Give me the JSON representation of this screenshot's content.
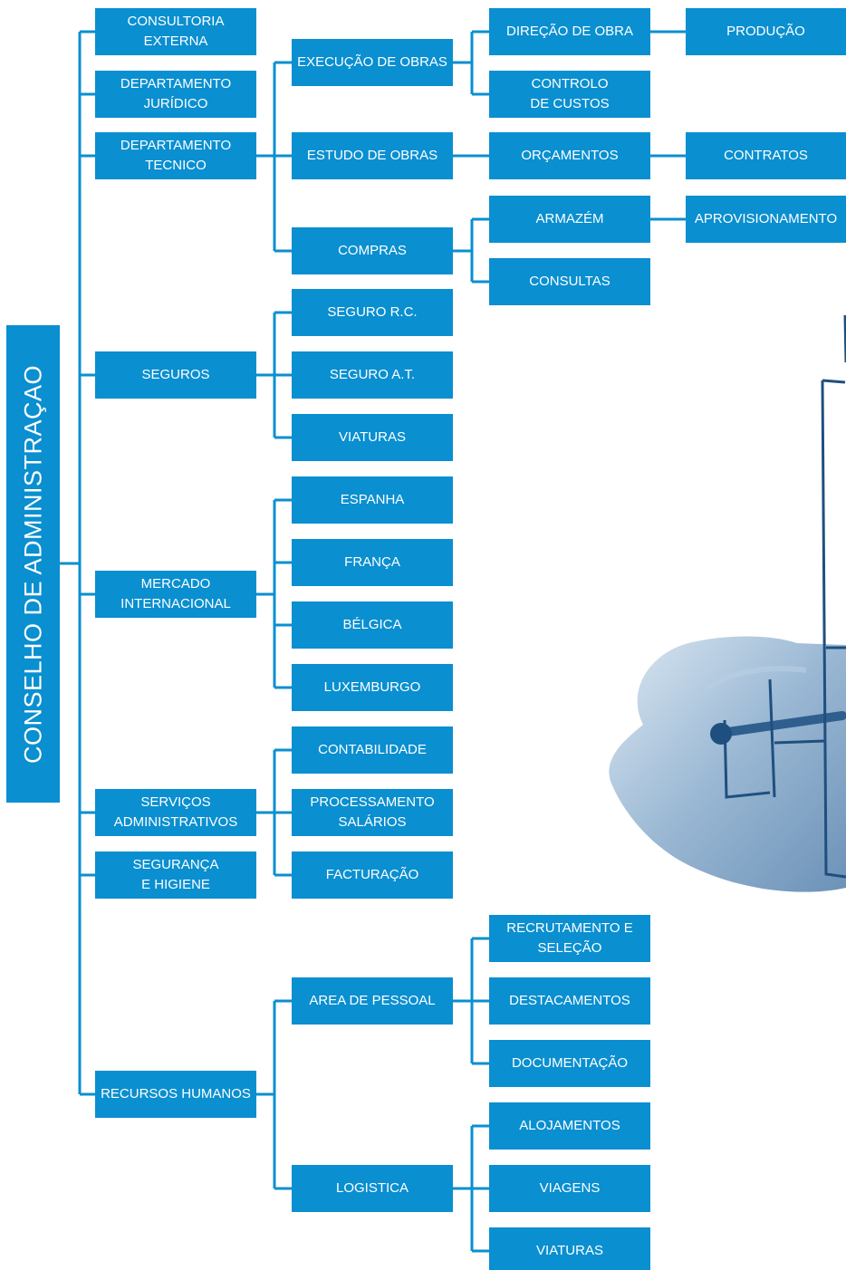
{
  "root_label": "CONSELHO DE ADMINISTRAÇAO",
  "theme": {
    "box_color": "#0a8fd0",
    "line_color": "#0a8fd0",
    "text_color": "#ffffff"
  },
  "nodes": {
    "consultoria_externa": "CONSULTORIA\nEXTERNA",
    "departamento_juridico": "DEPARTAMENTO\nJURÍDICO",
    "departamento_tecnico": "DEPARTAMENTO\nTECNICO",
    "seguros": "SEGUROS",
    "mercado_internacional": "MERCADO\nINTERNACIONAL",
    "servicos_administrativos": "SERVIÇOS\nADMINISTRATIVOS",
    "seguranca_higiene": "SEGURANÇA\nE HIGIENE",
    "recursos_humanos": "RECURSOS HUMANOS",
    "execucao_obras": "EXECUÇÃO DE OBRAS",
    "estudo_obras": "ESTUDO DE OBRAS",
    "compras": "COMPRAS",
    "seguro_rc": "SEGURO  R.C.",
    "seguro_at": "SEGURO A.T.",
    "viaturas_seguros": "VIATURAS",
    "espanha": "ESPANHA",
    "franca": "FRANÇA",
    "belgica": "BÉLGICA",
    "luxemburgo": "LUXEMBURGO",
    "contabilidade": "CONTABILIDADE",
    "processamento_salarios": "PROCESSAMENTO\nSALÁRIOS",
    "facturacao": "FACTURAÇÃO",
    "area_pessoal": "AREA DE PESSOAL",
    "logistica": "LOGISTICA",
    "direcao_obra": "DIREÇÃO DE OBRA",
    "controlo_custos": "CONTROLO\nDE CUSTOS",
    "orcamentos": "ORÇAMENTOS",
    "armazem": "ARMAZÉM",
    "consultas": "CONSULTAS",
    "recrutamento_selecao": "RECRUTAMENTO E\nSELEÇÃO",
    "destacamentos": "DESTACAMENTOS",
    "documentacao": "DOCUMENTAÇÃO",
    "alojamentos": "ALOJAMENTOS",
    "viagens": "VIAGENS",
    "viaturas_logistica": "VIATURAS",
    "producao": "PRODUÇÃO",
    "contratos": "CONTRATOS",
    "aprovisionamento": "APROVISIONAMENTO"
  }
}
